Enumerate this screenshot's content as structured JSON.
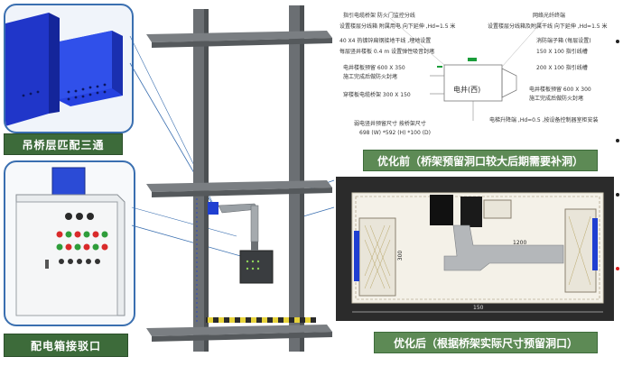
{
  "captions": {
    "tray_tee": "吊桥层匹配三通",
    "panel_connection": "配电箱接驳口",
    "before": "优化前（桥架预留洞口较大后期需要补洞）",
    "after": "优化后（根据桥架实际尺寸预留洞口）"
  },
  "before_drawing": {
    "center_label": "电井(西)",
    "notes_left": [
      "指引电缆桥架 防火门监控分线",
      "设置楼层分线箱 附属用电 向下延伸 ,Hd=1.5 米",
      "40 X4 热镀锌扁钢接地干线 ,埋地设置",
      "每层竖井楼板 0.4 m 设置弹性吸音封堵",
      "电井楼板预留   600 X 350",
      "施工完成后做防火封堵",
      "穿楼板电缆桥架   300 X 150",
      "弱电竖井预留尺寸 按桥架尺寸",
      "698 (W) *592 (H) *100 (D)"
    ],
    "notes_right": [
      "网络光纤终端",
      "设置楼层分线箱及附属干线 向下延伸 ,Hd=1.5 米",
      "消防端子箱 (每层设置)",
      "150 X 100   指引线槽",
      "200 X 100   指引线槽",
      "电井楼板预留   600 X 300",
      "施工完成后做防火封堵",
      "电梯升降端 ,Hd=0.5 ,按设备控制器室柜安装"
    ]
  },
  "after_drawing": {
    "dim_bottom": "150",
    "dim_left": "300",
    "dim_top": "1200"
  },
  "colors": {
    "caption_green": "#3d6b3a",
    "panel_border": "#3a6fb0",
    "tray_blue": "#1f3fd1",
    "steel_gray": "#6b6f73",
    "cad_bg": "#2b2b2b"
  }
}
